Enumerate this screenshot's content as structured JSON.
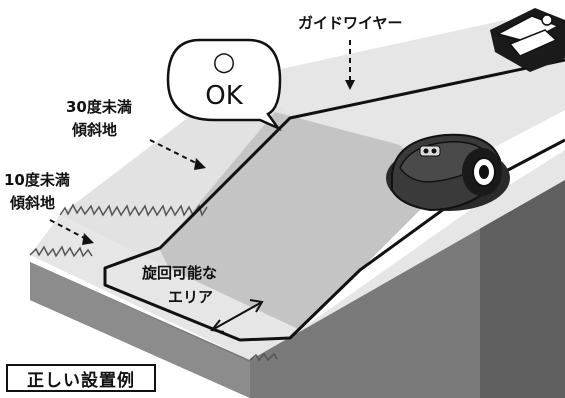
{
  "labels": {
    "guide_wire": "ガイドワイヤー",
    "ok_mark": "○",
    "ok_text": "OK",
    "slope_30_line1": "30度未満",
    "slope_30_line2": "傾斜地",
    "slope_10_line1": "10度未満",
    "slope_10_line2": "傾斜地",
    "turn_area_line1": "旋回可能な",
    "turn_area_line2": "エリア",
    "caption": "正しい設置例"
  },
  "colors": {
    "grass": "#e6e6e6",
    "slope_shade": "#c8c8c8",
    "side_dark": "#6d6d6d",
    "side_mid": "#8a8a8a",
    "wire": "#111111",
    "mower_body": "#2a2a2a",
    "wheel": "#1a1a1a"
  },
  "icons": {
    "mower": "robotic-mower-icon",
    "station": "charging-station-icon"
  }
}
